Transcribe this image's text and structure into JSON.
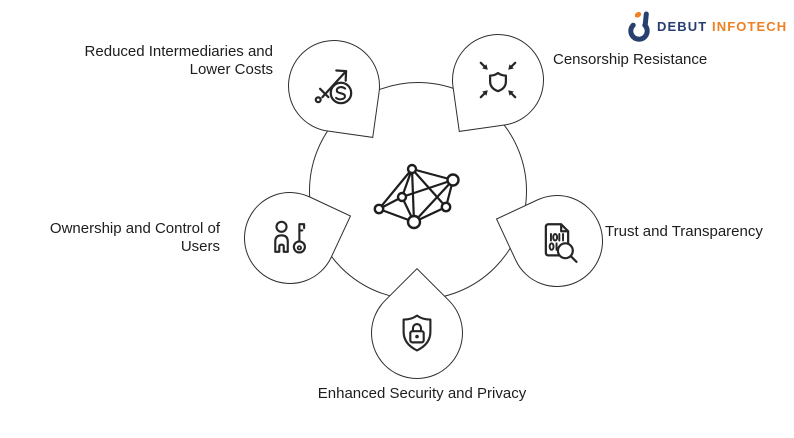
{
  "logo": {
    "brand_first": "DEBUT",
    "brand_second": "INFOTECH",
    "navy_color": "#27406F",
    "orange_color": "#EF8023",
    "icon": "debut-d-logo-icon"
  },
  "diagram": {
    "center_icon": "network-mesh-icon",
    "stroke_color": "#2B2B2B",
    "text_color": "#1D1D1F",
    "background_color": "#FFFFFF",
    "nodes": [
      {
        "id": "reduced-intermediaries",
        "position": "top-left",
        "icon": "sword-dollar-icon",
        "label_line1": "Reduced Intermediaries and",
        "label_line2": "Lower Costs"
      },
      {
        "id": "censorship-resistance",
        "position": "top-right",
        "icon": "shield-arrows-icon",
        "label_line1": "Censorship Resistance",
        "label_line2": ""
      },
      {
        "id": "ownership-control",
        "position": "left",
        "icon": "user-key-icon",
        "label_line1": "Ownership and Control of",
        "label_line2": "Users"
      },
      {
        "id": "trust-transparency",
        "position": "right",
        "icon": "document-search-icon",
        "label_line1": "Trust and Transparency",
        "label_line2": ""
      },
      {
        "id": "enhanced-security",
        "position": "bottom",
        "icon": "shield-lock-icon",
        "label_line1": "Enhanced Security and Privacy",
        "label_line2": ""
      }
    ]
  }
}
